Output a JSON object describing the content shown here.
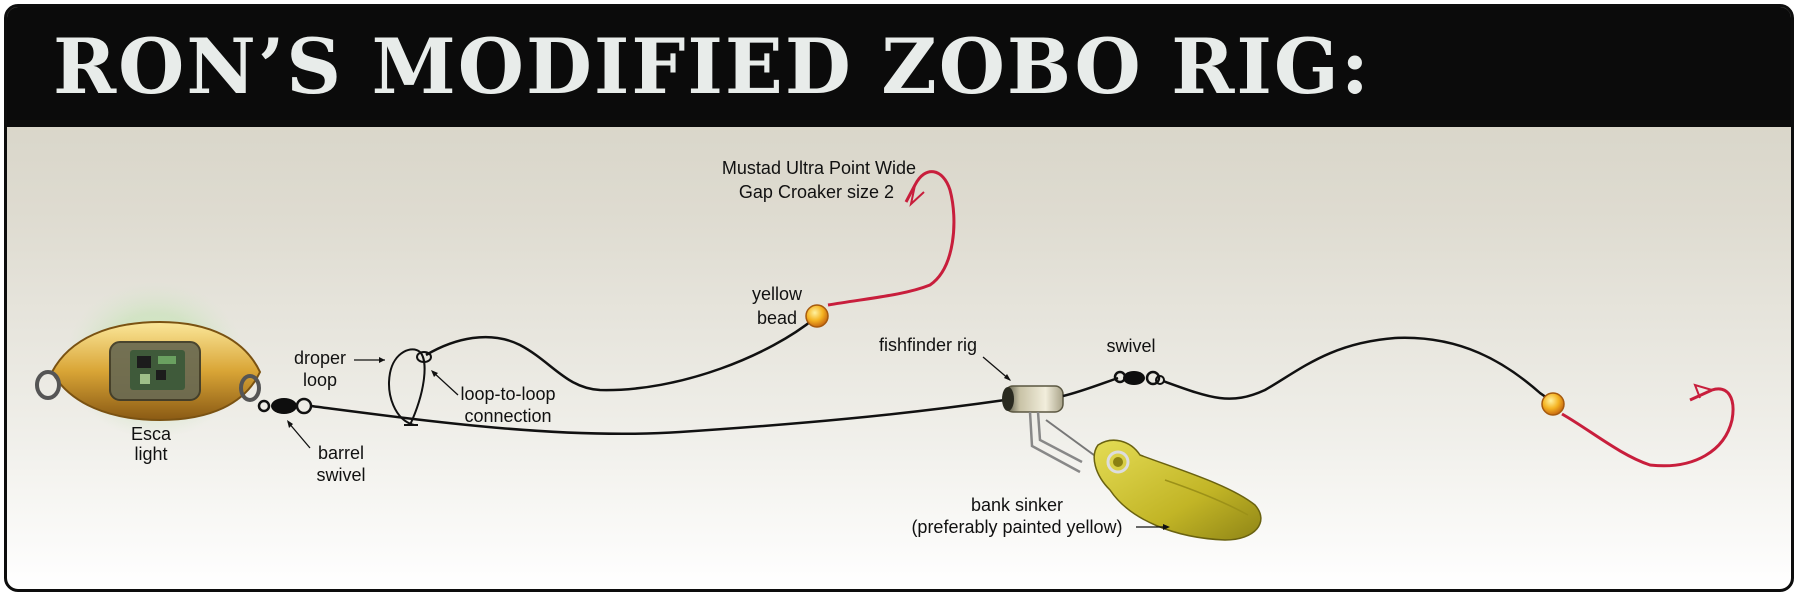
{
  "title": "RON’S MODIFIED ZOBO RIG:",
  "labels": {
    "hook_top_line1": "Mustad Ultra Point Wide",
    "hook_top_line2": "Gap Croaker size 2",
    "yellow_bead_line1": "yellow",
    "yellow_bead_line2": "bead",
    "droper_loop_line1": "droper",
    "droper_loop_line2": "loop",
    "loop_conn_line1": "loop-to-loop",
    "loop_conn_line2": "connection",
    "esca_line1": "Esca",
    "esca_line2": "light",
    "barrel_swivel_line1": "barrel",
    "barrel_swivel_line2": "swivel",
    "fishfinder": "fishfinder rig",
    "swivel": "swivel",
    "bank_sinker_line1": "bank sinker",
    "bank_sinker_line2": "(preferably painted yellow)"
  },
  "colors": {
    "title_bar": "#0b0b0b",
    "title_text": "#e8ecea",
    "line": "#111111",
    "hook": "#c81e3c",
    "bead": "#f2a51f",
    "sinker": "#c9bd2a",
    "esca_glow": "#bfe0b0"
  }
}
